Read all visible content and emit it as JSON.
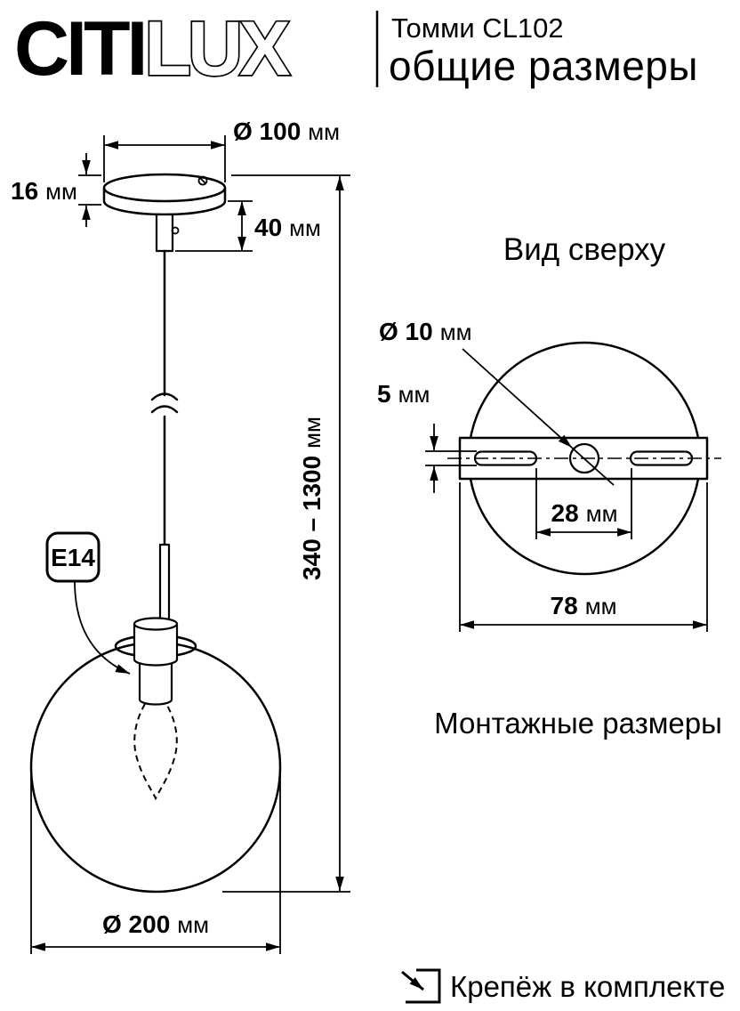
{
  "page": {
    "background": "#ffffff",
    "ink": "#000000"
  },
  "header": {
    "brand": {
      "solid": "CITI",
      "outline": "LUX"
    },
    "model": "Томми CL102",
    "subtitle": "общие размеры"
  },
  "front_view": {
    "dim_canopy_diameter": {
      "value": "Ø 100",
      "unit": "мм"
    },
    "dim_canopy_height": {
      "value": "16",
      "unit": "мм"
    },
    "dim_suspension": {
      "value": "40",
      "unit": "мм"
    },
    "dim_overall_height": {
      "value": "340 – 1300",
      "unit": "мм"
    },
    "socket_badge": "E14",
    "dim_shade_diameter": {
      "value": "Ø 200",
      "unit": "мм"
    }
  },
  "top_view": {
    "title": "Вид сверху",
    "dim_hole_diameter": {
      "value": "Ø 10",
      "unit": "мм"
    },
    "dim_slot_height": {
      "value": "5",
      "unit": "мм"
    },
    "dim_slot_spacing": {
      "value": "28",
      "unit": "мм"
    },
    "dim_plate_length": {
      "value": "78",
      "unit": "мм"
    },
    "caption": "Монтажные размеры"
  },
  "footer": {
    "note": "Крепёж в комплекте"
  }
}
